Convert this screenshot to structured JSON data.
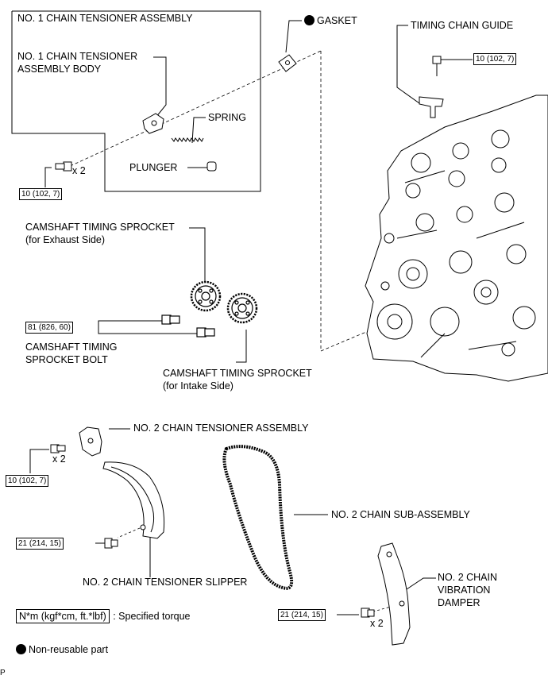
{
  "labels": {
    "tensioner_assembly": "NO. 1 CHAIN TENSIONER ASSEMBLY",
    "gasket": "GASKET",
    "timing_chain_guide": "TIMING CHAIN GUIDE",
    "tensioner_body_1": "NO. 1 CHAIN TENSIONER",
    "tensioner_body_2": "ASSEMBLY BODY",
    "spring": "SPRING",
    "plunger": "PLUNGER",
    "x2": "x 2",
    "cam_exhaust_1": "CAMSHAFT TIMING SPROCKET",
    "cam_exhaust_2": "(for Exhaust Side)",
    "sprocket_bolt_1": "CAMSHAFT TIMING",
    "sprocket_bolt_2": "SPROCKET BOLT",
    "cam_intake_1": "CAMSHAFT TIMING SPROCKET",
    "cam_intake_2": "(for Intake Side)",
    "tensioner2_assembly": "NO. 2 CHAIN TENSIONER ASSEMBLY",
    "chain_sub_assembly": "NO. 2 CHAIN SUB-ASSEMBLY",
    "slipper": "NO. 2 CHAIN TENSIONER SLIPPER",
    "damper_1": "NO. 2 CHAIN",
    "damper_2": "VIBRATION",
    "damper_3": "DAMPER",
    "corner_mark": "P"
  },
  "torques": {
    "tensioner1_bolt": "10 (102, 7)",
    "chain_guide_bolt": "10 (102, 7)",
    "sprocket_bolt": "81 (826, 60)",
    "tensioner2_bolt": "10 (102, 7)",
    "slipper_bolt": "21 (214, 15)",
    "damper_bolt": "21 (214, 15)"
  },
  "legend": {
    "torque_units": "N*m (kgf*cm, ft.*lbf)",
    "torque_text": ": Specified torque",
    "non_reusable": "Non-reusable part"
  }
}
